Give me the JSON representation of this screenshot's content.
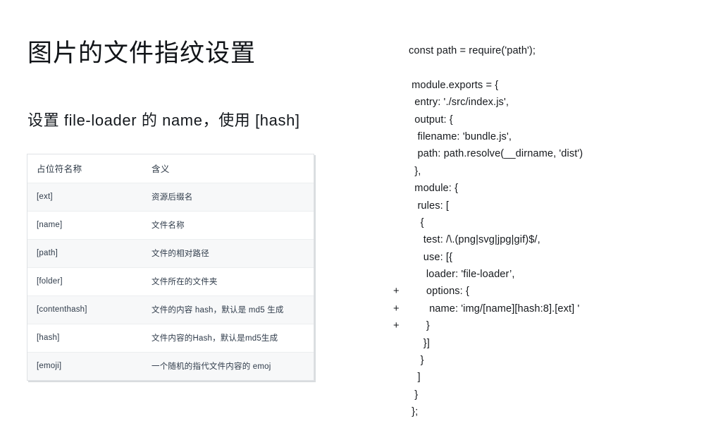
{
  "page": {
    "title": "图片的文件指纹设置",
    "subtitle": "设置 file-loader 的 name，使用 [hash]"
  },
  "table": {
    "headers": [
      "占位符名称",
      "含义"
    ],
    "rows": [
      {
        "name": "[ext]",
        "meaning": "资源后缀名"
      },
      {
        "name": "[name]",
        "meaning": "文件名称"
      },
      {
        "name": "[path]",
        "meaning": "文件的相对路径"
      },
      {
        "name": "[folder]",
        "meaning": "文件所在的文件夹"
      },
      {
        "name": "[contenthash]",
        "meaning": "文件的内容 hash，默认是 md5 生成"
      },
      {
        "name": "[hash]",
        "meaning": "文件内容的Hash，默认是md5生成"
      },
      {
        "name": "[emoji]",
        "meaning": "一个随机的指代文件内容的 emoj"
      }
    ]
  },
  "code": {
    "lines": [
      {
        "gutter": "",
        "text": "const path = require('path');"
      },
      {
        "gutter": "",
        "text": ""
      },
      {
        "gutter": "",
        "text": " module.exports = {"
      },
      {
        "gutter": "",
        "text": "  entry: './src/index.js',"
      },
      {
        "gutter": "",
        "text": "  output: {"
      },
      {
        "gutter": "",
        "text": "   filename: 'bundle.js',"
      },
      {
        "gutter": "",
        "text": "   path: path.resolve(__dirname, 'dist')"
      },
      {
        "gutter": "",
        "text": "  },"
      },
      {
        "gutter": "",
        "text": "  module: {"
      },
      {
        "gutter": "",
        "text": "   rules: ["
      },
      {
        "gutter": "",
        "text": "    {"
      },
      {
        "gutter": "",
        "text": "     test: /\\.(png|svg|jpg|gif)$/,"
      },
      {
        "gutter": "",
        "text": "     use: [{"
      },
      {
        "gutter": "",
        "text": "      loader: 'file-loader’,"
      },
      {
        "gutter": "+",
        "text": "      options: {"
      },
      {
        "gutter": "+",
        "text": "       name: 'img/[name][hash:8].[ext] '"
      },
      {
        "gutter": "+",
        "text": "      }"
      },
      {
        "gutter": "",
        "text": "     }]"
      },
      {
        "gutter": "",
        "text": "    }"
      },
      {
        "gutter": "",
        "text": "   ]"
      },
      {
        "gutter": "",
        "text": "  }"
      },
      {
        "gutter": "",
        "text": " };"
      }
    ]
  },
  "colors": {
    "page_background": "#ffffff",
    "title_text": "#111418",
    "table_border": "#dfe2e5",
    "table_row_alt": "#f7f8f9",
    "table_text": "#2f3b4a",
    "code_text": "#16191d"
  }
}
